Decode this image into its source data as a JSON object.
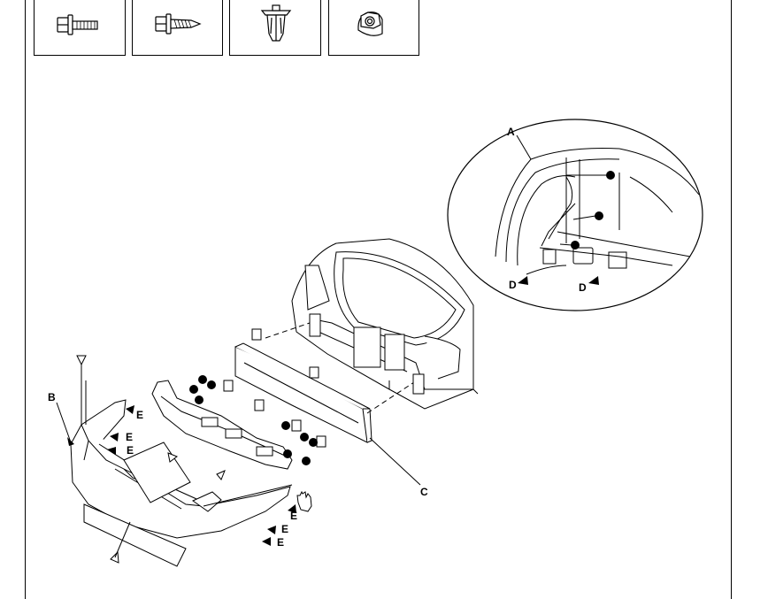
{
  "fasteners": [
    {
      "icon": "flange-bolt-icon"
    },
    {
      "icon": "tapping-screw-icon"
    },
    {
      "icon": "plastic-clip-icon"
    },
    {
      "icon": "flange-nut-icon"
    }
  ],
  "labels": {
    "a": "A",
    "b": "B",
    "c": "C",
    "d1": "D",
    "d2": "D",
    "e1": "E",
    "e2": "E",
    "e3": "E",
    "e4": "E",
    "e5": "E",
    "e6": "E"
  }
}
